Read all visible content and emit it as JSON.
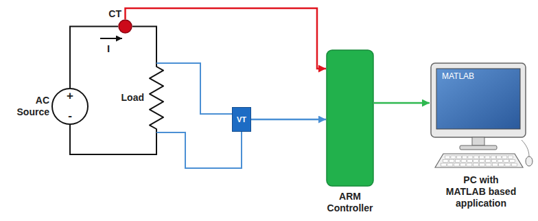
{
  "diagram": {
    "nodes": [
      {
        "text": [
          "AC Source",
          "+",
          "-"
        ]
      },
      {
        "text": [
          "CT"
        ]
      },
      {
        "text": [
          "Load"
        ]
      },
      {
        "text": [
          "VT"
        ]
      },
      {
        "text": [
          "ARM Controller"
        ]
      },
      {
        "text": [
          "MATLAB",
          "PC with MATLAB based application"
        ]
      }
    ],
    "edges": [
      {
        "from": 0,
        "to": 1,
        "arrow": "none"
      },
      {
        "from": 1,
        "to": 2,
        "arrow": "none"
      },
      {
        "from": 2,
        "to": 0,
        "arrow": "none"
      },
      {
        "from": 2,
        "to": 3,
        "arrow": "none"
      },
      {
        "from": 2,
        "to": 3,
        "arrow": "none"
      },
      {
        "from": 1,
        "to": 4,
        "arrow": "to"
      },
      {
        "from": 3,
        "to": 4,
        "arrow": "to"
      },
      {
        "from": 4,
        "to": 5,
        "arrow": "to"
      }
    ],
    "labels": [
      "I"
    ]
  }
}
